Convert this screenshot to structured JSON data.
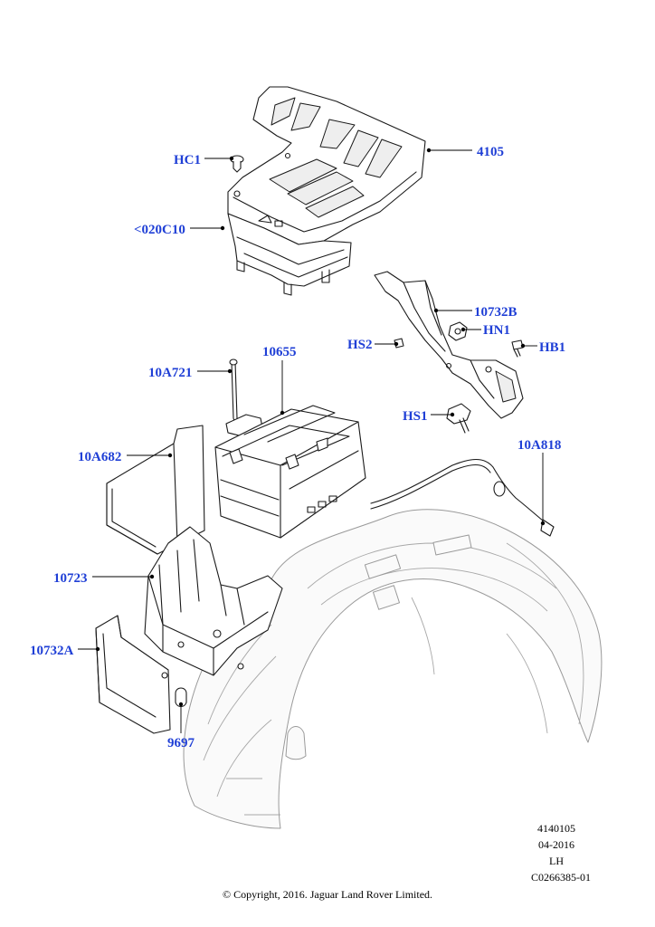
{
  "callouts": {
    "c4105": "4105",
    "hc1": "HC1",
    "c020c10": "<020C10",
    "c10732b": "10732B",
    "hn1": "HN1",
    "hs2": "HS2",
    "hb1": "HB1",
    "c10655": "10655",
    "c10a721": "10A721",
    "hs1": "HS1",
    "c10a818": "10A818",
    "c10a682": "10A682",
    "c10723": "10723",
    "c10732a": "10732A",
    "c9697": "9697"
  },
  "meta": {
    "ref": "4140105",
    "date": "04-2016",
    "side": "LH",
    "code": "C0266385-01"
  },
  "footer": {
    "copyright": "© Copyright, 2016. Jaguar Land Rover Limited."
  },
  "colors": {
    "callout_text": "#1f3fd6",
    "line_art": "#1a1a1a",
    "faint_art": "#9a9a9a"
  }
}
